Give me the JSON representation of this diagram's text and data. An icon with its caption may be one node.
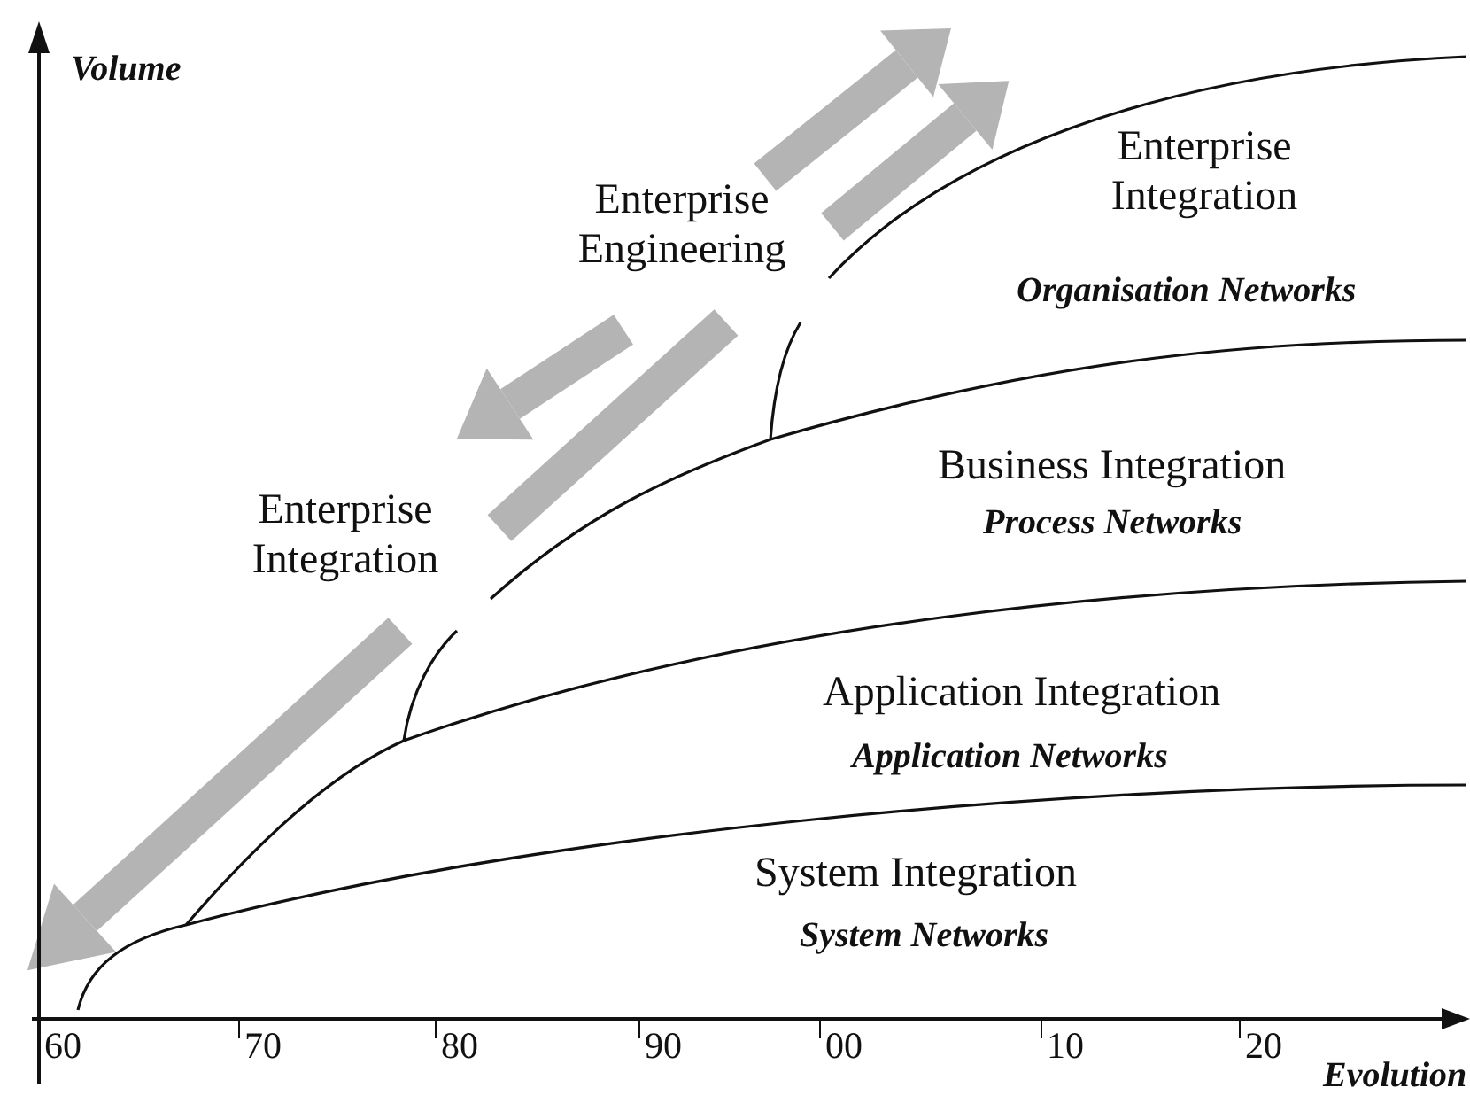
{
  "diagram": {
    "labels": [
      "Volume",
      "Enterprise Integration",
      "Enterprise Engineering",
      "Organisation Networks",
      "Enterprise Integration",
      "Business Integration",
      "Process Networks",
      "Application Integration",
      "Application Networks",
      "System Integration",
      "System Networks",
      "60",
      "70",
      "80",
      "90",
      "00",
      "10",
      "20",
      "Evolution"
    ]
  }
}
